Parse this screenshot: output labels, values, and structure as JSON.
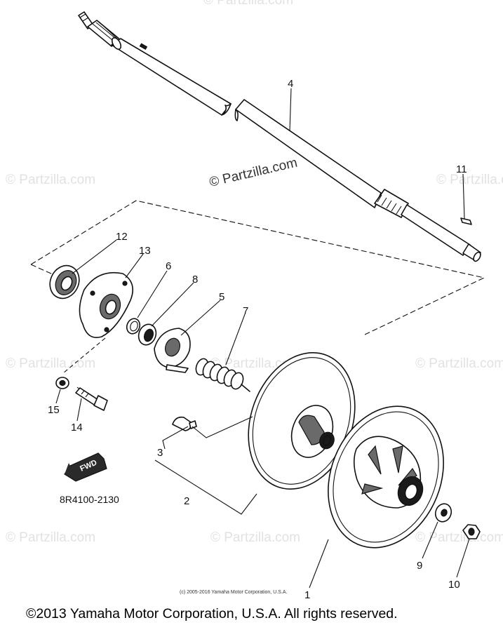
{
  "watermark": "© Partzilla.com",
  "part_numbers": {
    "n1": "1",
    "n2": "2",
    "n3": "3",
    "n4": "4",
    "n5": "5",
    "n6": "6",
    "n7": "7",
    "n8": "8",
    "n9": "9",
    "n10": "10",
    "n11": "11",
    "n12": "12",
    "n13": "13",
    "n14": "14",
    "n15": "15"
  },
  "fwd_label": "FWD",
  "diagram_code": "8R4100-2130",
  "credit_line": "(c) 2005-2016 Yamaha Motor Corporation, U.S.A.",
  "copyright": "©2013 Yamaha Motor Corporation, U.S.A. All rights reserved."
}
